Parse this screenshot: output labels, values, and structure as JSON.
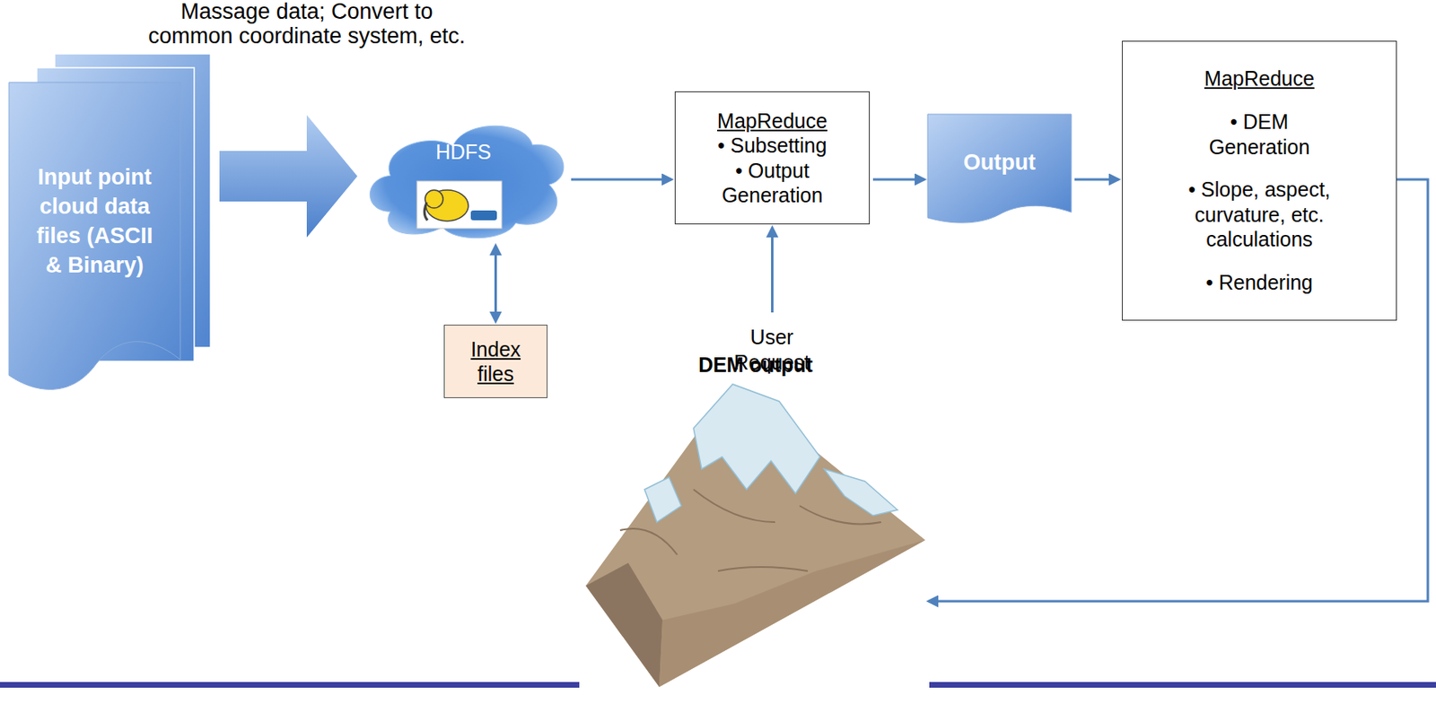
{
  "diagram": {
    "nodes": [
      {
        "text": [
          "Input point cloud data files (ASCII & Binary)"
        ]
      },
      {
        "text": [
          "HDFS"
        ]
      },
      {
        "text": [
          "Index files"
        ]
      },
      {
        "text": [
          "MapReduce",
          "• Subsetting",
          "• Output Generation"
        ]
      },
      {
        "text": [
          "User Request"
        ]
      },
      {
        "text": [
          "Output"
        ]
      },
      {
        "text": [
          "MapReduce",
          "• DEM Generation",
          "• Slope, aspect, curvature, etc. calculations",
          "• Rendering"
        ]
      },
      {
        "text": [
          "DEM output"
        ]
      }
    ],
    "edges": [
      {
        "from": 0,
        "to": 1,
        "arrow": "to",
        "label": "Massage data; Convert to common coordinate system, etc."
      },
      {
        "from": 1,
        "to": 2,
        "arrow": "both"
      },
      {
        "from": 1,
        "to": 3,
        "arrow": "to"
      },
      {
        "from": 4,
        "to": 3,
        "arrow": "to"
      },
      {
        "from": 3,
        "to": 5,
        "arrow": "to"
      },
      {
        "from": 5,
        "to": 6,
        "arrow": "to"
      },
      {
        "from": 6,
        "to": 7,
        "arrow": "to"
      }
    ]
  }
}
